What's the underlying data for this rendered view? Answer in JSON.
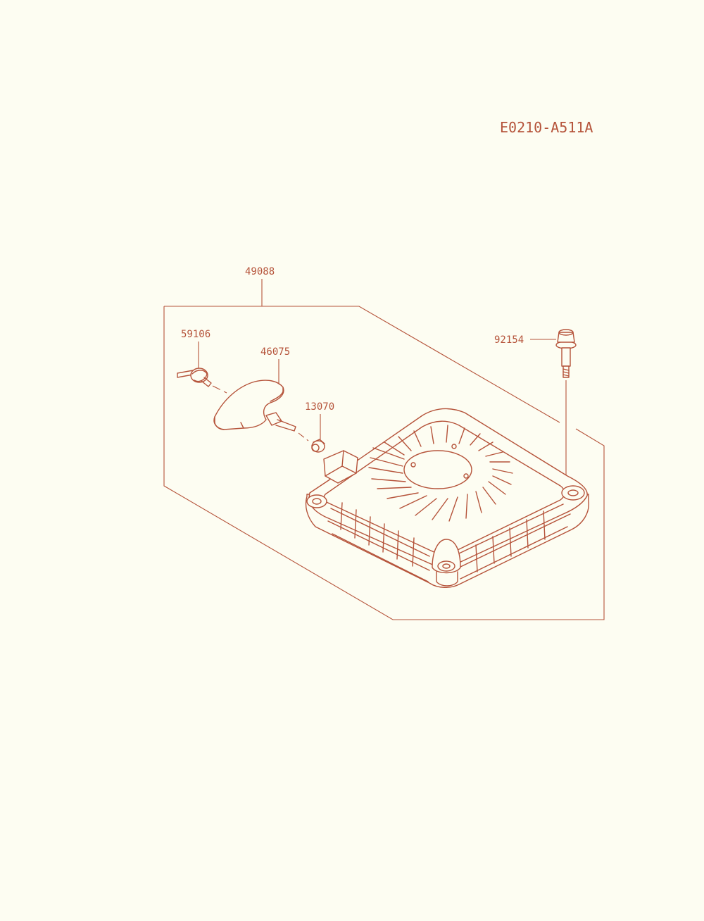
{
  "diagram_code": "E0210-A511A",
  "parts": {
    "recoil_starter": "49088",
    "rope_knot": "59106",
    "handle": "46075",
    "guide": "13070",
    "bolt": "92154"
  },
  "ink_color": "#b5533a",
  "background_color": "#fdfdf2"
}
